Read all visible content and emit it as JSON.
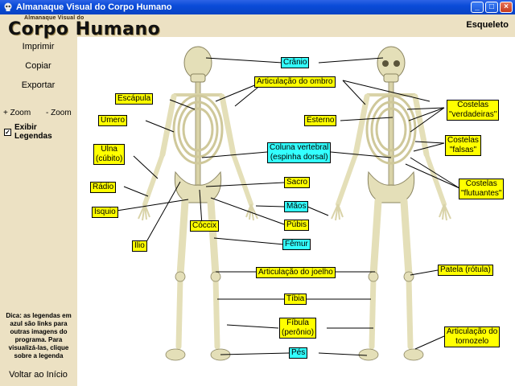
{
  "window": {
    "title": "Almanaque Visual do Corpo Humano",
    "minimize": "_",
    "maximize": "□",
    "close": "×"
  },
  "header": {
    "logo_small": "Almanaque Visual do",
    "logo_big": "Corpo Humano",
    "section": "Esqueleto"
  },
  "sidebar": {
    "print": "Imprimir",
    "copy": "Copiar",
    "export": "Exportar",
    "zoom_in": "+ Zoom",
    "zoom_out": "- Zoom",
    "legend_toggle": "Exibir Legendas",
    "legend_checked": "✓",
    "tip": "Dica: as legendas em azul são links para outras imagens do programa. Para visualizá-las, clique sobre a legenda",
    "back": "Voltar ao Início"
  },
  "labels": {
    "cranio": "Crânio",
    "escapula": "Escápula",
    "articulacao_ombro": "Articulação do ombro",
    "costelas_verdadeiras_1": "Costelas",
    "costelas_verdadeiras_2": "\"verdadeiras\"",
    "umero": "Úmero",
    "esterno": "Esterno",
    "costelas_falsas_1": "Costelas",
    "costelas_falsas_2": "\"falsas\"",
    "ulna_1": "Ulna",
    "ulna_2": "(cúbito)",
    "coluna_1": "Coluna vertebral",
    "coluna_2": "(espinha dorsal)",
    "costelas_flutuantes_1": "Costelas",
    "costelas_flutuantes_2": "\"flutuantes\"",
    "radio": "Rádio",
    "sacro": "Sacro",
    "maos": "Mãos",
    "isquio": "Ísquio",
    "pubis": "Púbis",
    "coccix": "Cóccix",
    "ilio": "Ílio",
    "femur": "Fêmur",
    "articulacao_joelho": "Articulação do joelho",
    "patela": "Patela (rótula)",
    "tibia": "Tíbia",
    "fibula_1": "Fíbula",
    "fibula_2": "(perônio)",
    "articulacao_tornozelo_1": "Articulação do",
    "articulacao_tornozelo_2": "tornozelo",
    "pes": "Pés"
  },
  "colors": {
    "legend_plain": "#ffff00",
    "legend_link": "#33ffff",
    "bone": "#e4dfb8",
    "sidebar_bg": "#ece1c3"
  }
}
